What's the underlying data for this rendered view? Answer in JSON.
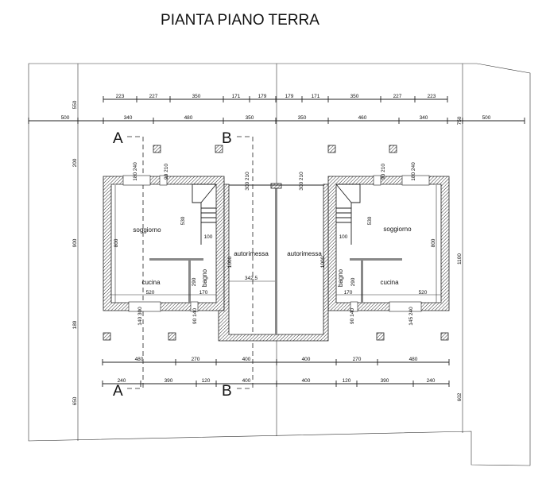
{
  "title": "PIANTA PIANO TERRA",
  "sections": {
    "a": "A",
    "b": "B"
  },
  "top_dims_row1": [
    "223",
    "227",
    "350",
    "171",
    "179",
    "179",
    "171",
    "350",
    "227",
    "223"
  ],
  "top_dims_row2": [
    "500",
    "340",
    "480",
    "350",
    "350",
    "460",
    "340",
    "500"
  ],
  "bottom_dims_row1": [
    "480",
    "270",
    "400",
    "400",
    "270",
    "480"
  ],
  "bottom_dims_row2": [
    "240",
    "390",
    "120",
    "400",
    "400",
    "120",
    "390",
    "240"
  ],
  "vertical_dims": {
    "left_top": "550",
    "left_window": "200",
    "left_house": "900",
    "left_bottom_gap": "189",
    "left_lot": "650",
    "right_top": "750",
    "right_house": "1100",
    "right_lot": "602"
  },
  "left_unit": {
    "rooms": {
      "living": "soggiorno",
      "kitchen": "cucina",
      "bath": "bagno"
    },
    "dims": {
      "living_height": "800",
      "stair_depth": "530",
      "stair_width": "100",
      "bath_height": "290",
      "kitchen_width": "520",
      "bath_width": "170"
    },
    "openings": {
      "w1": "180\n240",
      "w2": "90\n210",
      "w3": "140\n300",
      "w4": "90\n140"
    }
  },
  "garage": {
    "left_label": "autorimessa",
    "right_label": "autorimessa",
    "left_depth": "1000",
    "right_depth": "1000",
    "width": "342,5",
    "door_left": "300 210",
    "door_right": "300 210"
  },
  "right_unit": {
    "rooms": {
      "living": "soggiorno",
      "kitchen": "cucina",
      "bath": "bagno"
    },
    "dims": {
      "living_height": "800",
      "stair_depth": "530",
      "stair_width": "100",
      "bath_height": "290",
      "kitchen_width": "520",
      "bath_width": "170"
    },
    "openings": {
      "w1": "180 240",
      "w2": "90 210",
      "w3": "145 240",
      "w4": "90 140"
    }
  }
}
